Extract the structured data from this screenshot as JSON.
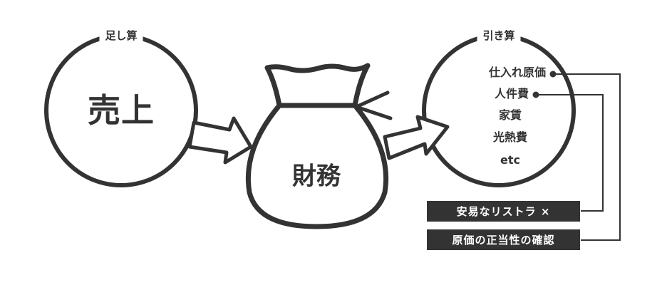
{
  "diagram": {
    "left_circle": {
      "title": "足し算",
      "main": "売上"
    },
    "center_bag": {
      "label": "財務"
    },
    "right_circle": {
      "title": "引き算",
      "items": [
        "仕入れ原価",
        "人件費",
        "家賃",
        "光熱費",
        "etc"
      ]
    },
    "notes": [
      {
        "text": "安易なリストラ ×"
      },
      {
        "text": "原価の正当性の確認"
      }
    ],
    "colors": {
      "ink": "#333333",
      "background": "#ffffff"
    }
  }
}
